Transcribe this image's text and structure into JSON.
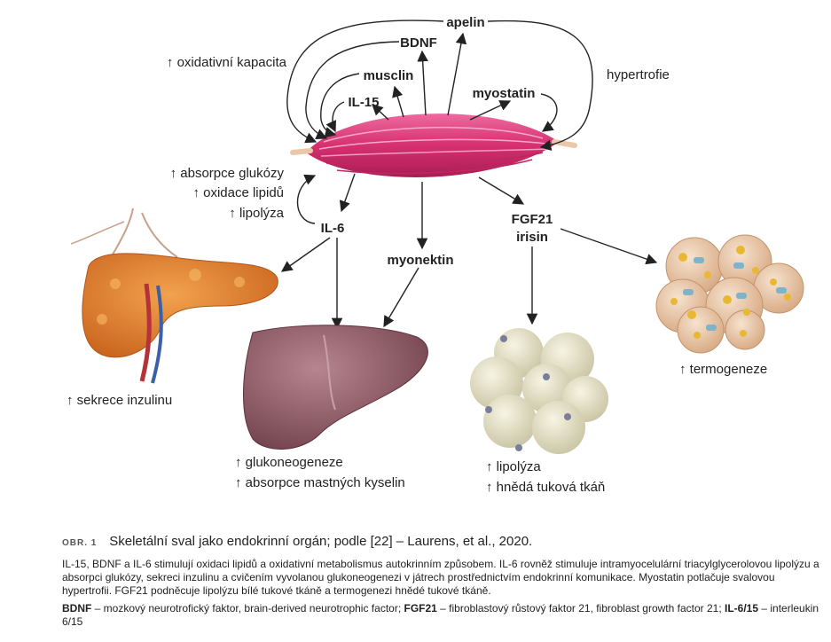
{
  "labels": {
    "apelin": "apelin",
    "bdnf": "BDNF",
    "musclin": "musclin",
    "il15": "IL-15",
    "myostatin": "myostatin",
    "hypertrophy": "hypertrofie",
    "oxidative_capacity": "↑ oxidativní kapacita",
    "glucose_absorption": "↑ absorpce glukózy",
    "lipid_oxidation": "↑ oxidace lipidů",
    "lipolysis_left": "↑ lipolýza",
    "il6": "IL-6",
    "myonectin": "myonektin",
    "fgf21": "FGF21",
    "irisin": "irisin",
    "insulin_secretion": "↑ sekrece inzulinu",
    "gluconeogenesis": "↑ glukoneogeneze",
    "fatty_acid_absorption": "↑ absorpce mastných kyselin",
    "lipolysis_fat": "↑ lipolýza",
    "brown_fat": "↑ hnědá tuková tkáň",
    "thermogenesis": "↑ termogeneze"
  },
  "caption": {
    "number": "OBR. 1",
    "title": "Skeletální sval jako endokrinní orgán; podle [22] – Laurens, et al., 2020.",
    "text": "IL-15, BDNF a IL-6 stimulují oxidaci lipidů a oxidativní metabolismus autokrinním způsobem. IL-6 rovněž stimuluje intramyocelulární triacylglycerolovou lipolýzu a absorpci glukózy, sekreci inzulinu a cvičením vyvolanou glukoneogenezi v játrech prostřednictvím endokrinní komunikace. Myostatin potlačuje svalovou hypertrofii. FGF21 podněcuje lipolýzu bílé tukové tkáně a termogenezi hnědé tukové tkáně.",
    "abbr": [
      {
        "term": "BDNF",
        "desc": " – mozkový neurotrofický faktor, brain-derived neurotrophic factor; "
      },
      {
        "term": "FGF21",
        "desc": " – fibroblastový růstový faktor 21, fibroblast growth factor 21; "
      },
      {
        "term": "IL-6/15",
        "desc": " – interleukin 6/15"
      }
    ]
  },
  "colors": {
    "muscle": "#d6306f",
    "liver": "#8a5560",
    "pancreas": "#e0822e",
    "white_fat": "#e8e4c9",
    "brown_fat": "#e9cdb0",
    "arrow": "#222222"
  }
}
